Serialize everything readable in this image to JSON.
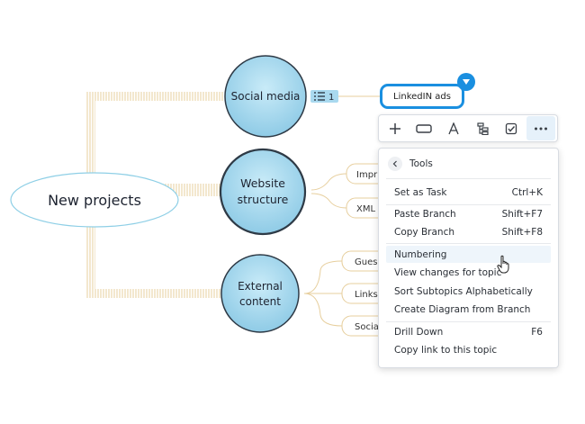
{
  "mindmap": {
    "central": "New projects",
    "branches": [
      {
        "label": "Social media",
        "numbering": "1"
      },
      {
        "label_line1": "Website",
        "label_line2": "structure",
        "leaves": [
          "Impr",
          "XML"
        ]
      },
      {
        "label_line1": "External",
        "label_line2": "content",
        "leaves": [
          "Gues",
          "Links",
          "Socia"
        ]
      }
    ],
    "selected_topic": "LinkedIN ads"
  },
  "toolbar": {
    "buttons": [
      "add-icon",
      "shape-icon",
      "text-format-icon",
      "structure-icon",
      "task-icon",
      "more-icon"
    ]
  },
  "menu": {
    "title": "Tools",
    "items": [
      {
        "label": "Set as Task",
        "shortcut": "Ctrl+K"
      },
      {
        "label": "Paste Branch",
        "shortcut": "Shift+F7"
      },
      {
        "label": "Copy Branch",
        "shortcut": "Shift+F8"
      },
      {
        "label": "Numbering",
        "shortcut": ""
      },
      {
        "label": "View changes for topic",
        "shortcut": ""
      },
      {
        "label": "Sort Subtopics Alphabetically",
        "shortcut": ""
      },
      {
        "label": "Create Diagram from Branch",
        "shortcut": ""
      },
      {
        "label": "Drill Down",
        "shortcut": "F6"
      },
      {
        "label": "Copy link to this topic",
        "shortcut": ""
      }
    ]
  },
  "colors": {
    "accent": "#1a8fe0",
    "connector": "#e7cf9e",
    "central_fill": "#ffffff",
    "central_border": "#8ecfe6",
    "bubble_fill": "#a9d9ef",
    "bubble_border": "#2e3a46"
  }
}
